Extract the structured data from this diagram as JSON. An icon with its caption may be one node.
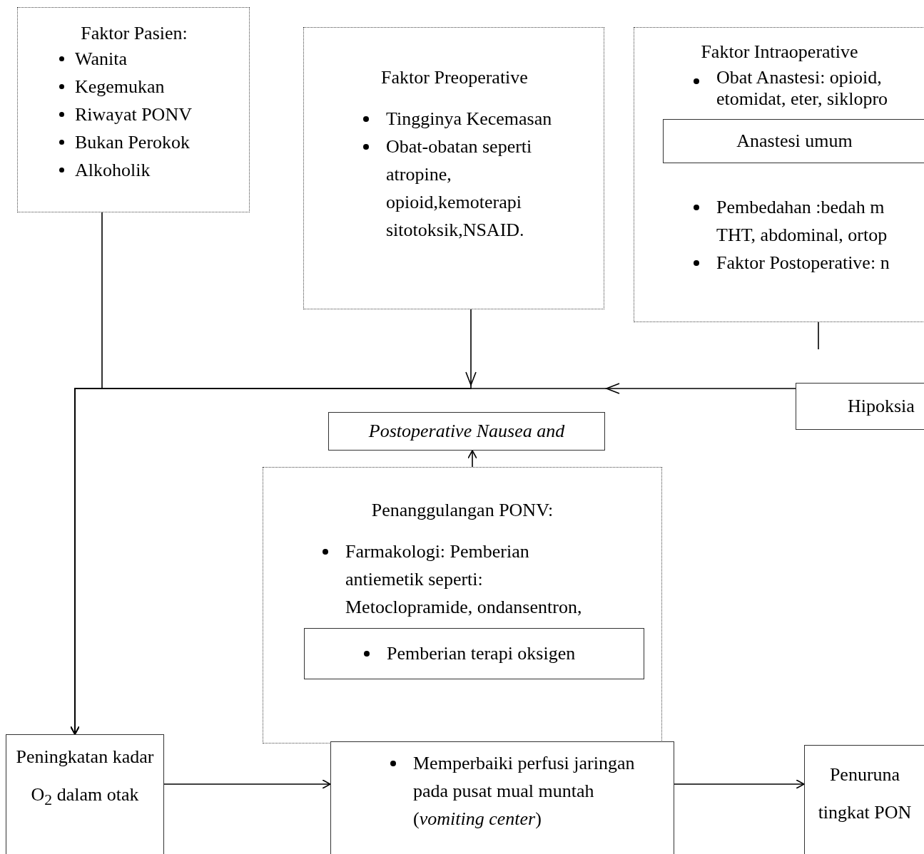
{
  "diagram": {
    "nodes": [
      {
        "text": [
          "Faktor Pasien:",
          "Wanita",
          "Kegemukan",
          "Riwayat PONV",
          "Bukan Perokok",
          "Alkoholik"
        ]
      },
      {
        "text": [
          "Faktor Preoperative",
          "Tingginya Kecemasan",
          "Obat-obatan seperti atropine, opioid,kemoterapi sitotoksik,NSAID."
        ]
      },
      {
        "text": [
          "Faktor Intraoperative",
          "Obat Anastesi: opioid, etomidat, eter, siklopro",
          "Pembedahan :bedah m THT, abdominal, ortop",
          "Faktor Postoperative: n"
        ]
      },
      {
        "text": [
          "Anastesi umum"
        ],
        "in": 2
      },
      {
        "text": [
          "Hipoksia"
        ]
      },
      {
        "text": [
          "Postoperative Nausea and"
        ]
      },
      {
        "text": [
          "Penanggulangan PONV:",
          "Farmakologi: Pemberian antiemetik seperti: Metoclopramide, ondansentron,"
        ]
      },
      {
        "text": [
          "Pemberian terapi oksigen"
        ],
        "in": 6
      },
      {
        "text": [
          "Peningkatan kadar O$_{2}$ dalam otak"
        ]
      },
      {
        "text": [
          "Memperbaiki perfusi jaringan pada pusat mual muntah (*vomiting center*)"
        ]
      },
      {
        "text": [
          "Penuruna tingkat PON"
        ]
      }
    ],
    "edges": [
      {
        "from": 0,
        "to": 8,
        "arrow": "to"
      },
      {
        "from": 1,
        "to": 8,
        "arrow": "to"
      },
      {
        "from": 4,
        "to": 8,
        "arrow": "to"
      },
      {
        "from": 2,
        "to": null,
        "arrow": "none"
      },
      {
        "from": 6,
        "to": 5,
        "arrow": "to"
      },
      {
        "from": 8,
        "to": 9,
        "arrow": "to"
      },
      {
        "from": 9,
        "to": 10,
        "arrow": "to"
      }
    ]
  }
}
